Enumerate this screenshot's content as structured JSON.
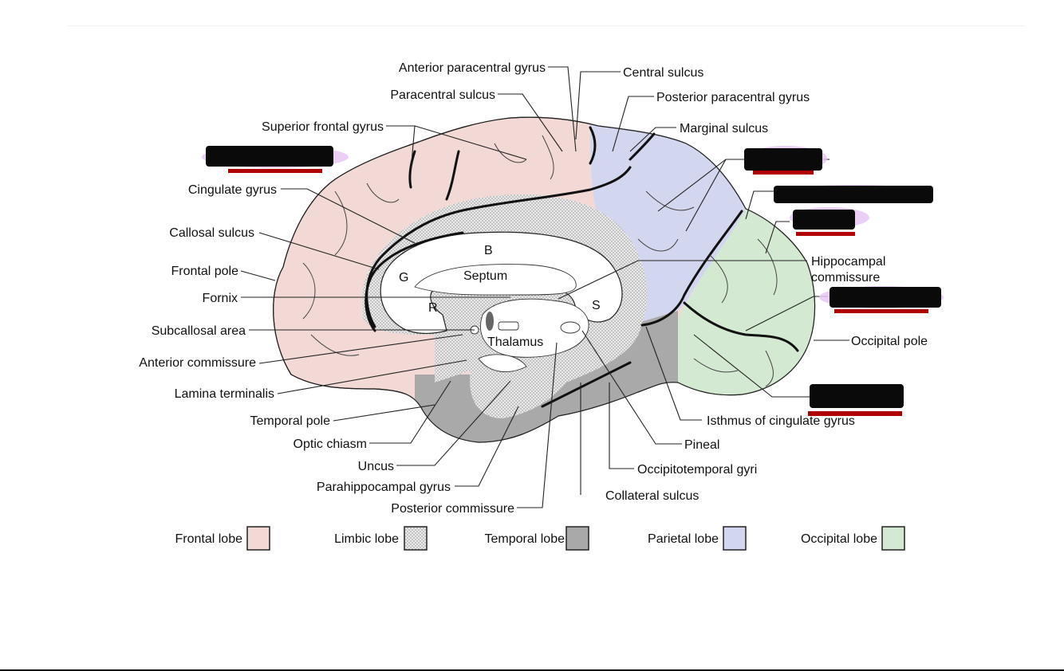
{
  "labels": {
    "anterior_paracentral_gyrus": "Anterior paracentral gyrus",
    "central_sulcus": "Central sulcus",
    "paracentral_sulcus": "Paracentral sulcus",
    "posterior_paracentral_gyrus": "Posterior paracentral gyrus",
    "superior_frontal_gyrus": "Superior frontal gyrus",
    "marginal_sulcus": "Marginal sulcus",
    "cingulate_gyrus": "Cingulate gyrus",
    "callosal_sulcus": "Callosal sulcus",
    "frontal_pole": "Frontal pole",
    "fornix": "Fornix",
    "subcallosal_area": "Subcallosal area",
    "anterior_commissure": "Anterior commissure",
    "lamina_terminalis": "Lamina terminalis",
    "temporal_pole": "Temporal pole",
    "optic_chiasm": "Optic chiasm",
    "uncus": "Uncus",
    "parahippocampal_gyrus": "Parahippocampal gyrus",
    "posterior_commissure": "Posterior commissure",
    "hippocampal_commissure_line1": "Hippocampal",
    "hippocampal_commissure_line2": "commissure",
    "occipital_pole": "Occipital pole",
    "isthmus_of_cingulate_gyrus": "Isthmus of cingulate gyrus",
    "pineal": "Pineal",
    "occipitotemporal_gyri": "Occipitotemporal gyri",
    "collateral_sulcus": "Collateral sulcus",
    "thalamus": "Thalamus",
    "septum": "Septum",
    "b": "B",
    "g": "G",
    "r": "R",
    "s": "S"
  },
  "legend": [
    {
      "label": "Frontal lobe",
      "color": "#f2d9d6",
      "pattern": "solid"
    },
    {
      "label": "Limbic lobe",
      "color": "#e6e6e6",
      "pattern": "dots"
    },
    {
      "label": "Temporal lobe",
      "color": "#a9a9a9",
      "pattern": "solid"
    },
    {
      "label": "Parietal lobe",
      "color": "#d3d6ef",
      "pattern": "solid"
    },
    {
      "label": "Occipital lobe",
      "color": "#d4e9d1",
      "pattern": "solid"
    }
  ],
  "colors": {
    "frontal": "#f2d9d6",
    "limbic": "#e6e6e6",
    "temporal": "#a9a9a9",
    "parietal": "#d3d6ef",
    "occipital": "#d4e9d1",
    "redaction": "#0a0a0a",
    "underline": "#b00000",
    "highlight": "#e7c7f2"
  }
}
